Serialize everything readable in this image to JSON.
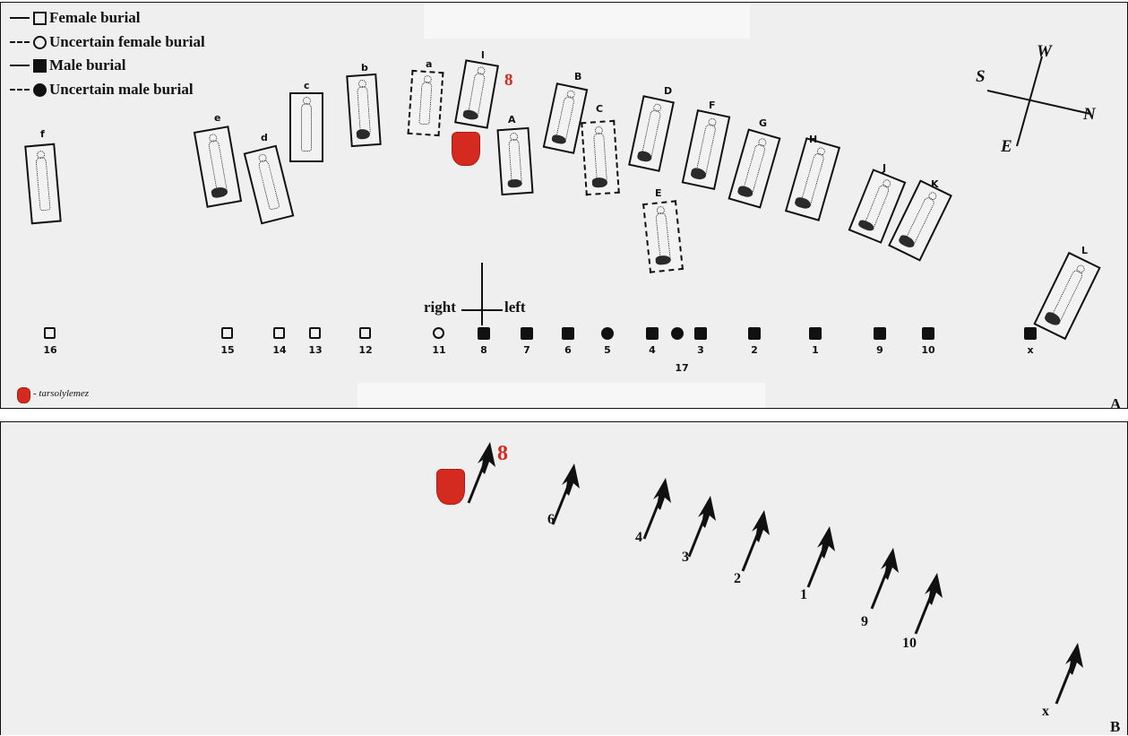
{
  "panel_a": {
    "letter": "A",
    "legend": [
      {
        "line": "solid",
        "marker": "square-outline",
        "label": "Female burial"
      },
      {
        "line": "dashed",
        "marker": "circle-outline",
        "label": "Uncertain female burial"
      },
      {
        "line": "solid",
        "marker": "square-filled",
        "label": "Male burial"
      },
      {
        "line": "dashed",
        "marker": "circle-filled",
        "label": "Uncertain male burial"
      }
    ],
    "highlight_label": "8",
    "orientation": {
      "right": "right",
      "left": "left"
    },
    "compass": {
      "w": "W",
      "s": "S",
      "n": "N",
      "e": "E"
    },
    "purse_legend": "- tarsolylemez",
    "graves": [
      {
        "id": "f",
        "label": "f",
        "uncertain": false,
        "bones": false
      },
      {
        "id": "e",
        "label": "e",
        "uncertain": false,
        "bones": true
      },
      {
        "id": "d",
        "label": "d",
        "uncertain": false,
        "bones": false
      },
      {
        "id": "c",
        "label": "c",
        "uncertain": false,
        "bones": false
      },
      {
        "id": "b",
        "label": "b",
        "uncertain": false,
        "bones": true
      },
      {
        "id": "a",
        "label": "a",
        "uncertain": true,
        "bones": false
      },
      {
        "id": "l",
        "label": "l",
        "uncertain": false,
        "bones": true
      },
      {
        "id": "A",
        "label": "A",
        "uncertain": false,
        "bones": true
      },
      {
        "id": "B",
        "label": "B",
        "uncertain": false,
        "bones": true
      },
      {
        "id": "C",
        "label": "C",
        "uncertain": true,
        "bones": true
      },
      {
        "id": "D",
        "label": "D",
        "uncertain": false,
        "bones": true
      },
      {
        "id": "E",
        "label": "E",
        "uncertain": true,
        "bones": true
      },
      {
        "id": "F",
        "label": "F",
        "uncertain": false,
        "bones": true
      },
      {
        "id": "G",
        "label": "G",
        "uncertain": false,
        "bones": true
      },
      {
        "id": "H",
        "label": "H",
        "uncertain": false,
        "bones": true
      },
      {
        "id": "J",
        "label": "J",
        "uncertain": false,
        "bones": true
      },
      {
        "id": "K",
        "label": "K",
        "uncertain": false,
        "bones": true
      },
      {
        "id": "L",
        "label": "L",
        "uncertain": false,
        "bones": true
      }
    ],
    "markers": [
      {
        "label": "16",
        "type": "square-outline"
      },
      {
        "label": "15",
        "type": "square-outline"
      },
      {
        "label": "14",
        "type": "square-outline"
      },
      {
        "label": "13",
        "type": "square-outline"
      },
      {
        "label": "12",
        "type": "square-outline"
      },
      {
        "label": "11",
        "type": "circle-outline"
      },
      {
        "label": "8",
        "type": "square-filled"
      },
      {
        "label": "7",
        "type": "square-filled"
      },
      {
        "label": "6",
        "type": "square-filled"
      },
      {
        "label": "5",
        "type": "circle-filled"
      },
      {
        "label": "4",
        "type": "square-filled"
      },
      {
        "label": "17",
        "type": "circle-filled"
      },
      {
        "label": "3",
        "type": "square-filled"
      },
      {
        "label": "2",
        "type": "square-filled"
      },
      {
        "label": "1",
        "type": "square-filled"
      },
      {
        "label": "9",
        "type": "square-filled"
      },
      {
        "label": "10",
        "type": "square-filled"
      },
      {
        "label": "x",
        "type": "square-filled"
      }
    ]
  },
  "panel_b": {
    "letter": "B",
    "highlight_label": "8",
    "arrows": [
      {
        "label": "8",
        "highlight": true
      },
      {
        "label": "6"
      },
      {
        "label": "4"
      },
      {
        "label": "3"
      },
      {
        "label": "2"
      },
      {
        "label": "1"
      },
      {
        "label": "9"
      },
      {
        "label": "10"
      },
      {
        "label": "x"
      }
    ]
  },
  "colors": {
    "highlight": "#d42a1f",
    "ink": "#111111",
    "background": "#efefef"
  }
}
